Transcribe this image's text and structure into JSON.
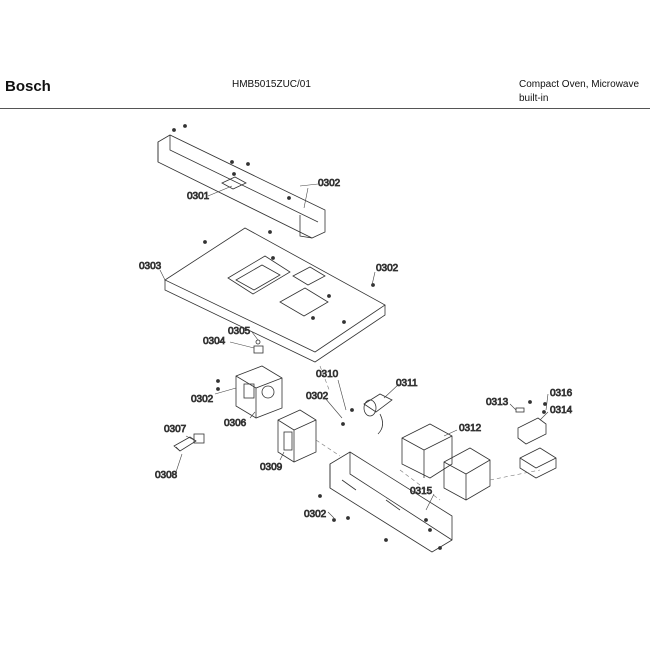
{
  "header": {
    "brand": "Bosch",
    "model": "HMB5015ZUC/01",
    "product_line1": "Compact Oven, Microwave",
    "product_line2": "built-in"
  },
  "parts": {
    "p0301": "0301",
    "p0302": "0302",
    "p0303": "0303",
    "p0304": "0304",
    "p0305": "0305",
    "p0306": "0306",
    "p0307": "0307",
    "p0308": "0308",
    "p0309": "0309",
    "p0310": "0310",
    "p0311": "0311",
    "p0312": "0312",
    "p0313": "0313",
    "p0314": "0314",
    "p0315": "0315",
    "p0316": "0316"
  }
}
